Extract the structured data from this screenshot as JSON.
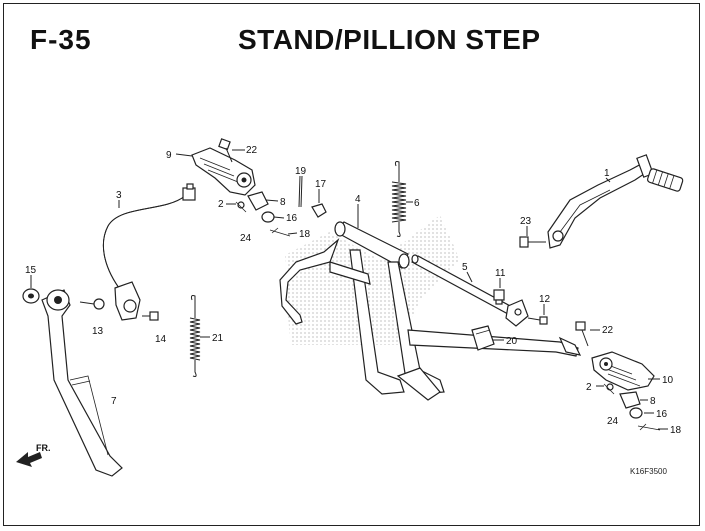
{
  "header": {
    "code": "F-35",
    "title": "STAND/PILLION STEP"
  },
  "callouts": {
    "c1": "1",
    "c2a": "2",
    "c2b": "2",
    "c3": "3",
    "c4": "4",
    "c5": "5",
    "c6": "6",
    "c7": "7",
    "c8a": "8",
    "c8b": "8",
    "c9": "9",
    "c10": "10",
    "c11": "11",
    "c12": "12",
    "c13": "13",
    "c14": "14",
    "c15": "15",
    "c16a": "16",
    "c16b": "16",
    "c17": "17",
    "c18a": "18",
    "c18b": "18",
    "c19": "19",
    "c20": "20",
    "c21": "21",
    "c22a": "22",
    "c22b": "22",
    "c23": "23",
    "c24a": "24",
    "c24b": "24"
  },
  "direction_label": "FR.",
  "drawing_ref": "K16F3500"
}
